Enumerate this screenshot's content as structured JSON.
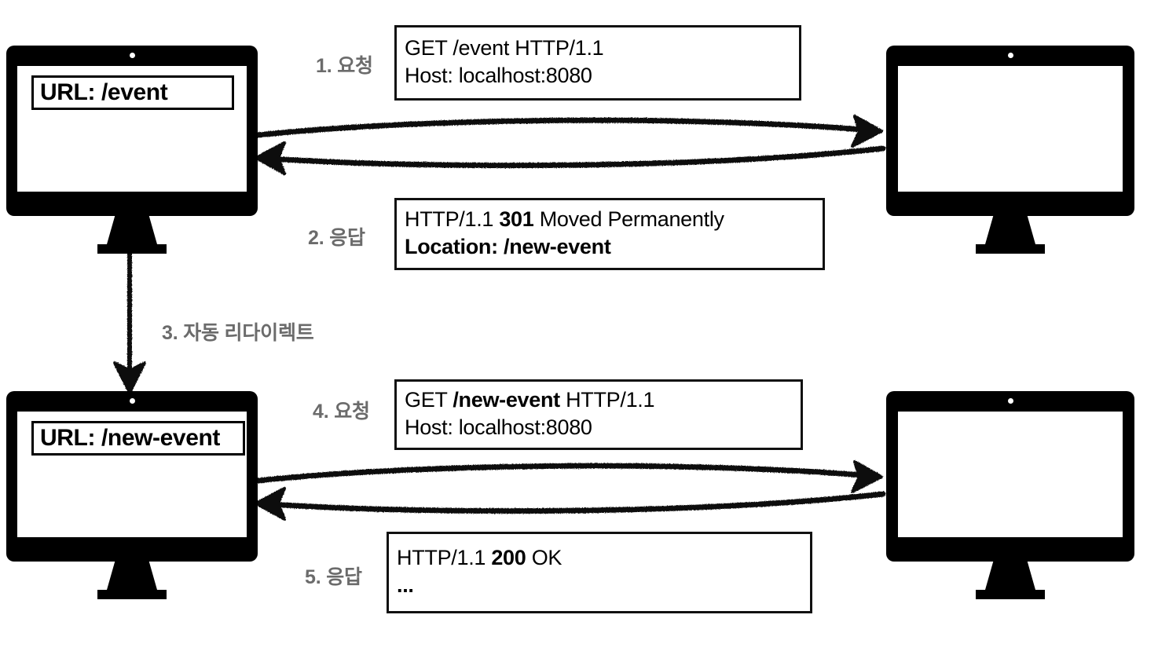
{
  "diagram": {
    "title": "HTTP 301 Moved Permanently redirect flow",
    "colors": {
      "ink": "#000000",
      "label_gray": "#6b6b6b",
      "background": "#ffffff"
    }
  },
  "clients": [
    {
      "name": "client-before-redirect",
      "url_label": "URL: /event"
    },
    {
      "name": "client-after-redirect",
      "url_label": "URL: /new-event"
    }
  ],
  "servers": [
    {
      "name": "server-top"
    },
    {
      "name": "server-bottom"
    }
  ],
  "steps": [
    {
      "id": 1,
      "label": "1. 요청"
    },
    {
      "id": 2,
      "label": "2. 응답"
    },
    {
      "id": 3,
      "label": "3. 자동 리다이렉트"
    },
    {
      "id": 4,
      "label": "4. 요청"
    },
    {
      "id": 5,
      "label": "5. 응답"
    }
  ],
  "messages": {
    "request_1": {
      "line1": {
        "plain_pre": "GET /event HTTP/1.1"
      },
      "line2": {
        "plain": "Host: localhost:8080"
      }
    },
    "response_2": {
      "line1": {
        "pre": "HTTP/1.1 ",
        "bold": "301",
        "post": " Moved Permanently"
      },
      "line2": {
        "bold": "Location: /new-event"
      }
    },
    "request_4": {
      "line1": {
        "pre": "GET ",
        "bold": "/new-event",
        "post": " HTTP/1.1"
      },
      "line2": {
        "plain": "Host: localhost:8080"
      }
    },
    "response_5": {
      "line1": {
        "pre": "HTTP/1.1 ",
        "bold": "200",
        "post": " OK"
      },
      "line2": {
        "bold": "..."
      }
    }
  }
}
